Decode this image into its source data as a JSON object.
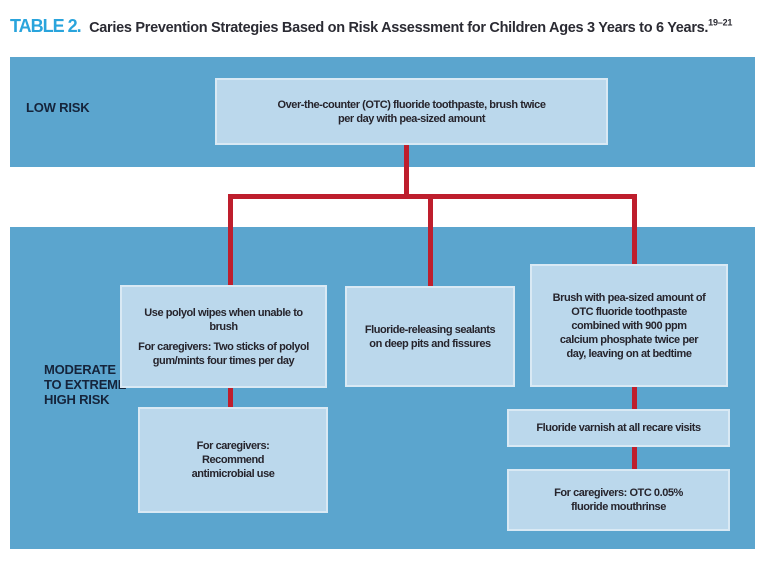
{
  "title": {
    "label": "TABLE 2.",
    "text": "Caries Prevention Strategies Based on Risk Assessment for Children Ages 3 Years to 6 Years.",
    "citation": "19–21"
  },
  "colors": {
    "band_blue": "#5BA5CE",
    "box_blue": "#BBD8EC",
    "connector_red": "#BE1E2D",
    "title_accent": "#29A4DC",
    "risk_label_navy": "#15243B",
    "box_text": "#26242C"
  },
  "bands": {
    "low_risk": {
      "label": "LOW RISK"
    },
    "moderate": {
      "label_lines": [
        "MODERATE",
        "TO EXTREME",
        "HIGH RISK"
      ]
    }
  },
  "boxes": {
    "otc_toothpaste": {
      "lines": [
        "Over-the-counter (OTC) fluoride toothpaste, brush twice",
        "per day with pea-sized amount"
      ]
    },
    "polyol": {
      "para1": [
        "Use polyol wipes when unable to",
        "brush"
      ],
      "para2": [
        "For caregivers: Two sticks of polyol",
        "gum/mints four times per day"
      ]
    },
    "sealants": {
      "lines": [
        "Fluoride-releasing sealants",
        "on deep pits and fissures"
      ]
    },
    "calcium_toothpaste": {
      "lines": [
        "Brush with pea-sized amount of",
        "OTC fluoride toothpaste",
        "combined with 900 ppm",
        "calcium phosphate twice per",
        "day, leaving on at bedtime"
      ]
    },
    "antimicrobial": {
      "lines": [
        "For caregivers:",
        "Recommend",
        "antimicrobial use"
      ]
    },
    "varnish": {
      "lines": [
        "Fluoride varnish at all recare visits"
      ]
    },
    "mouthrinse": {
      "lines": [
        "For caregivers: OTC 0.05%",
        "fluoride mouthrinse"
      ]
    }
  }
}
